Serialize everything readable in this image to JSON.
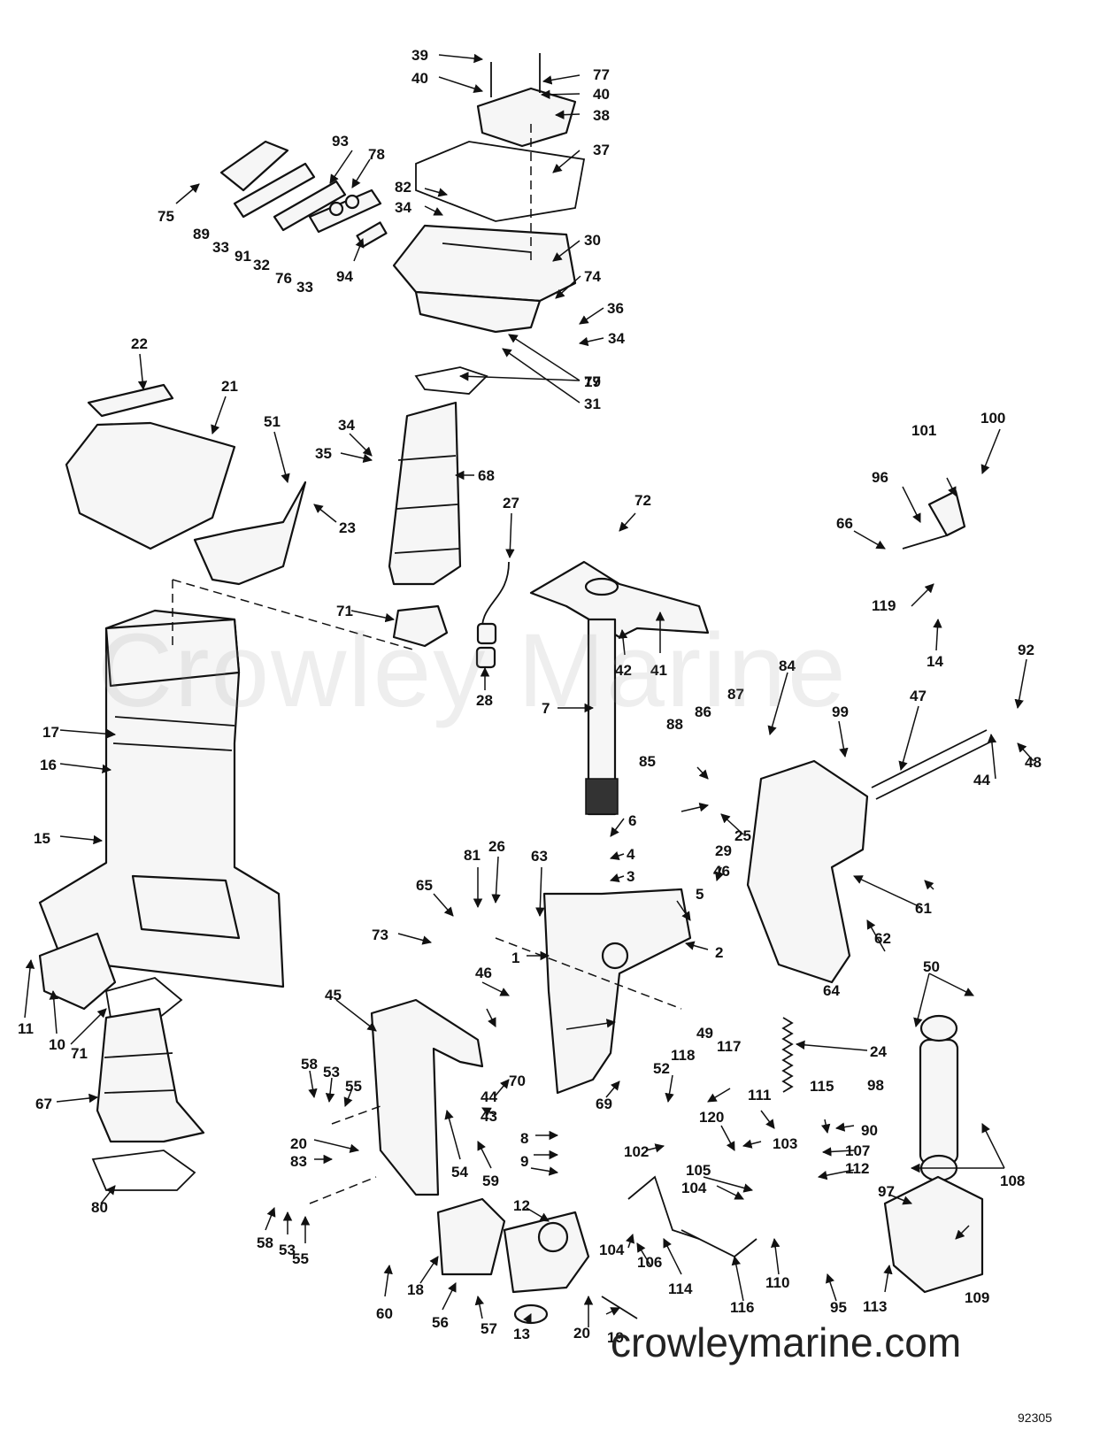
{
  "watermark": "Crowley Marine",
  "website": "crowleymarine.com",
  "figure_number": "92305",
  "callouts": [
    "1",
    "2",
    "3",
    "4",
    "5",
    "6",
    "7",
    "8",
    "9",
    "10",
    "11",
    "12",
    "13",
    "14",
    "15",
    "16",
    "17",
    "18",
    "19",
    "20",
    "21",
    "22",
    "23",
    "24",
    "25",
    "26",
    "27",
    "28",
    "29",
    "30",
    "31",
    "32",
    "33",
    "34",
    "35",
    "36",
    "37",
    "38",
    "39",
    "40",
    "41",
    "42",
    "43",
    "44",
    "45",
    "46",
    "47",
    "48",
    "49",
    "50",
    "51",
    "52",
    "53",
    "54",
    "55",
    "56",
    "57",
    "58",
    "59",
    "60",
    "61",
    "62",
    "63",
    "64",
    "65",
    "66",
    "67",
    "68",
    "69",
    "70",
    "71",
    "72",
    "73",
    "74",
    "75",
    "76",
    "77",
    "78",
    "79",
    "80",
    "81",
    "82",
    "83",
    "84",
    "85",
    "86",
    "87",
    "88",
    "89",
    "90",
    "91",
    "92",
    "93",
    "94",
    "95",
    "96",
    "97",
    "98",
    "99",
    "100",
    "101",
    "102",
    "103",
    "104",
    "105",
    "106",
    "107",
    "108",
    "109",
    "110",
    "111",
    "112",
    "113",
    "114",
    "115",
    "116",
    "117",
    "118",
    "119",
    "120"
  ]
}
